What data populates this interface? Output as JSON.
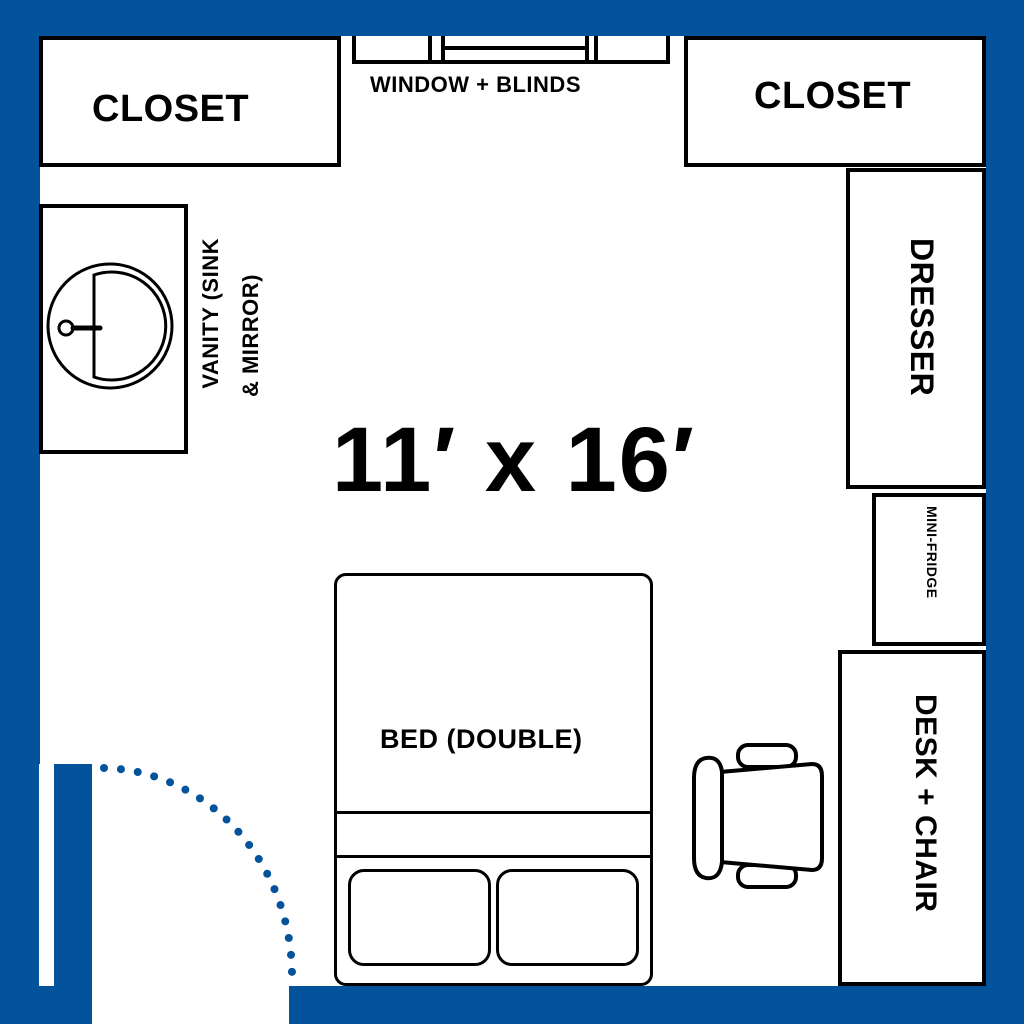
{
  "floor_plan": {
    "dimensions": "11′ x 16′",
    "colors": {
      "wall": "#02539b",
      "floor": "#ffffff",
      "outline": "#000000",
      "door_swing": "#02539b"
    },
    "items": {
      "closet_left": {
        "label": "CLOSET"
      },
      "closet_right": {
        "label": "CLOSET"
      },
      "window": {
        "label": "WINDOW + BLINDS"
      },
      "vanity": {
        "label_line1": "VANITY (SINK",
        "label_line2": "& MIRROR)"
      },
      "dresser": {
        "label": "DRESSER"
      },
      "mini_fridge": {
        "label": "MINI-FRIDGE"
      },
      "desk": {
        "label": "DESK + CHAIR"
      },
      "bed": {
        "label": "BED (DOUBLE)"
      }
    },
    "icons": [
      "sink-icon",
      "chair-icon",
      "pillow-icon",
      "door-swing-icon"
    ]
  }
}
